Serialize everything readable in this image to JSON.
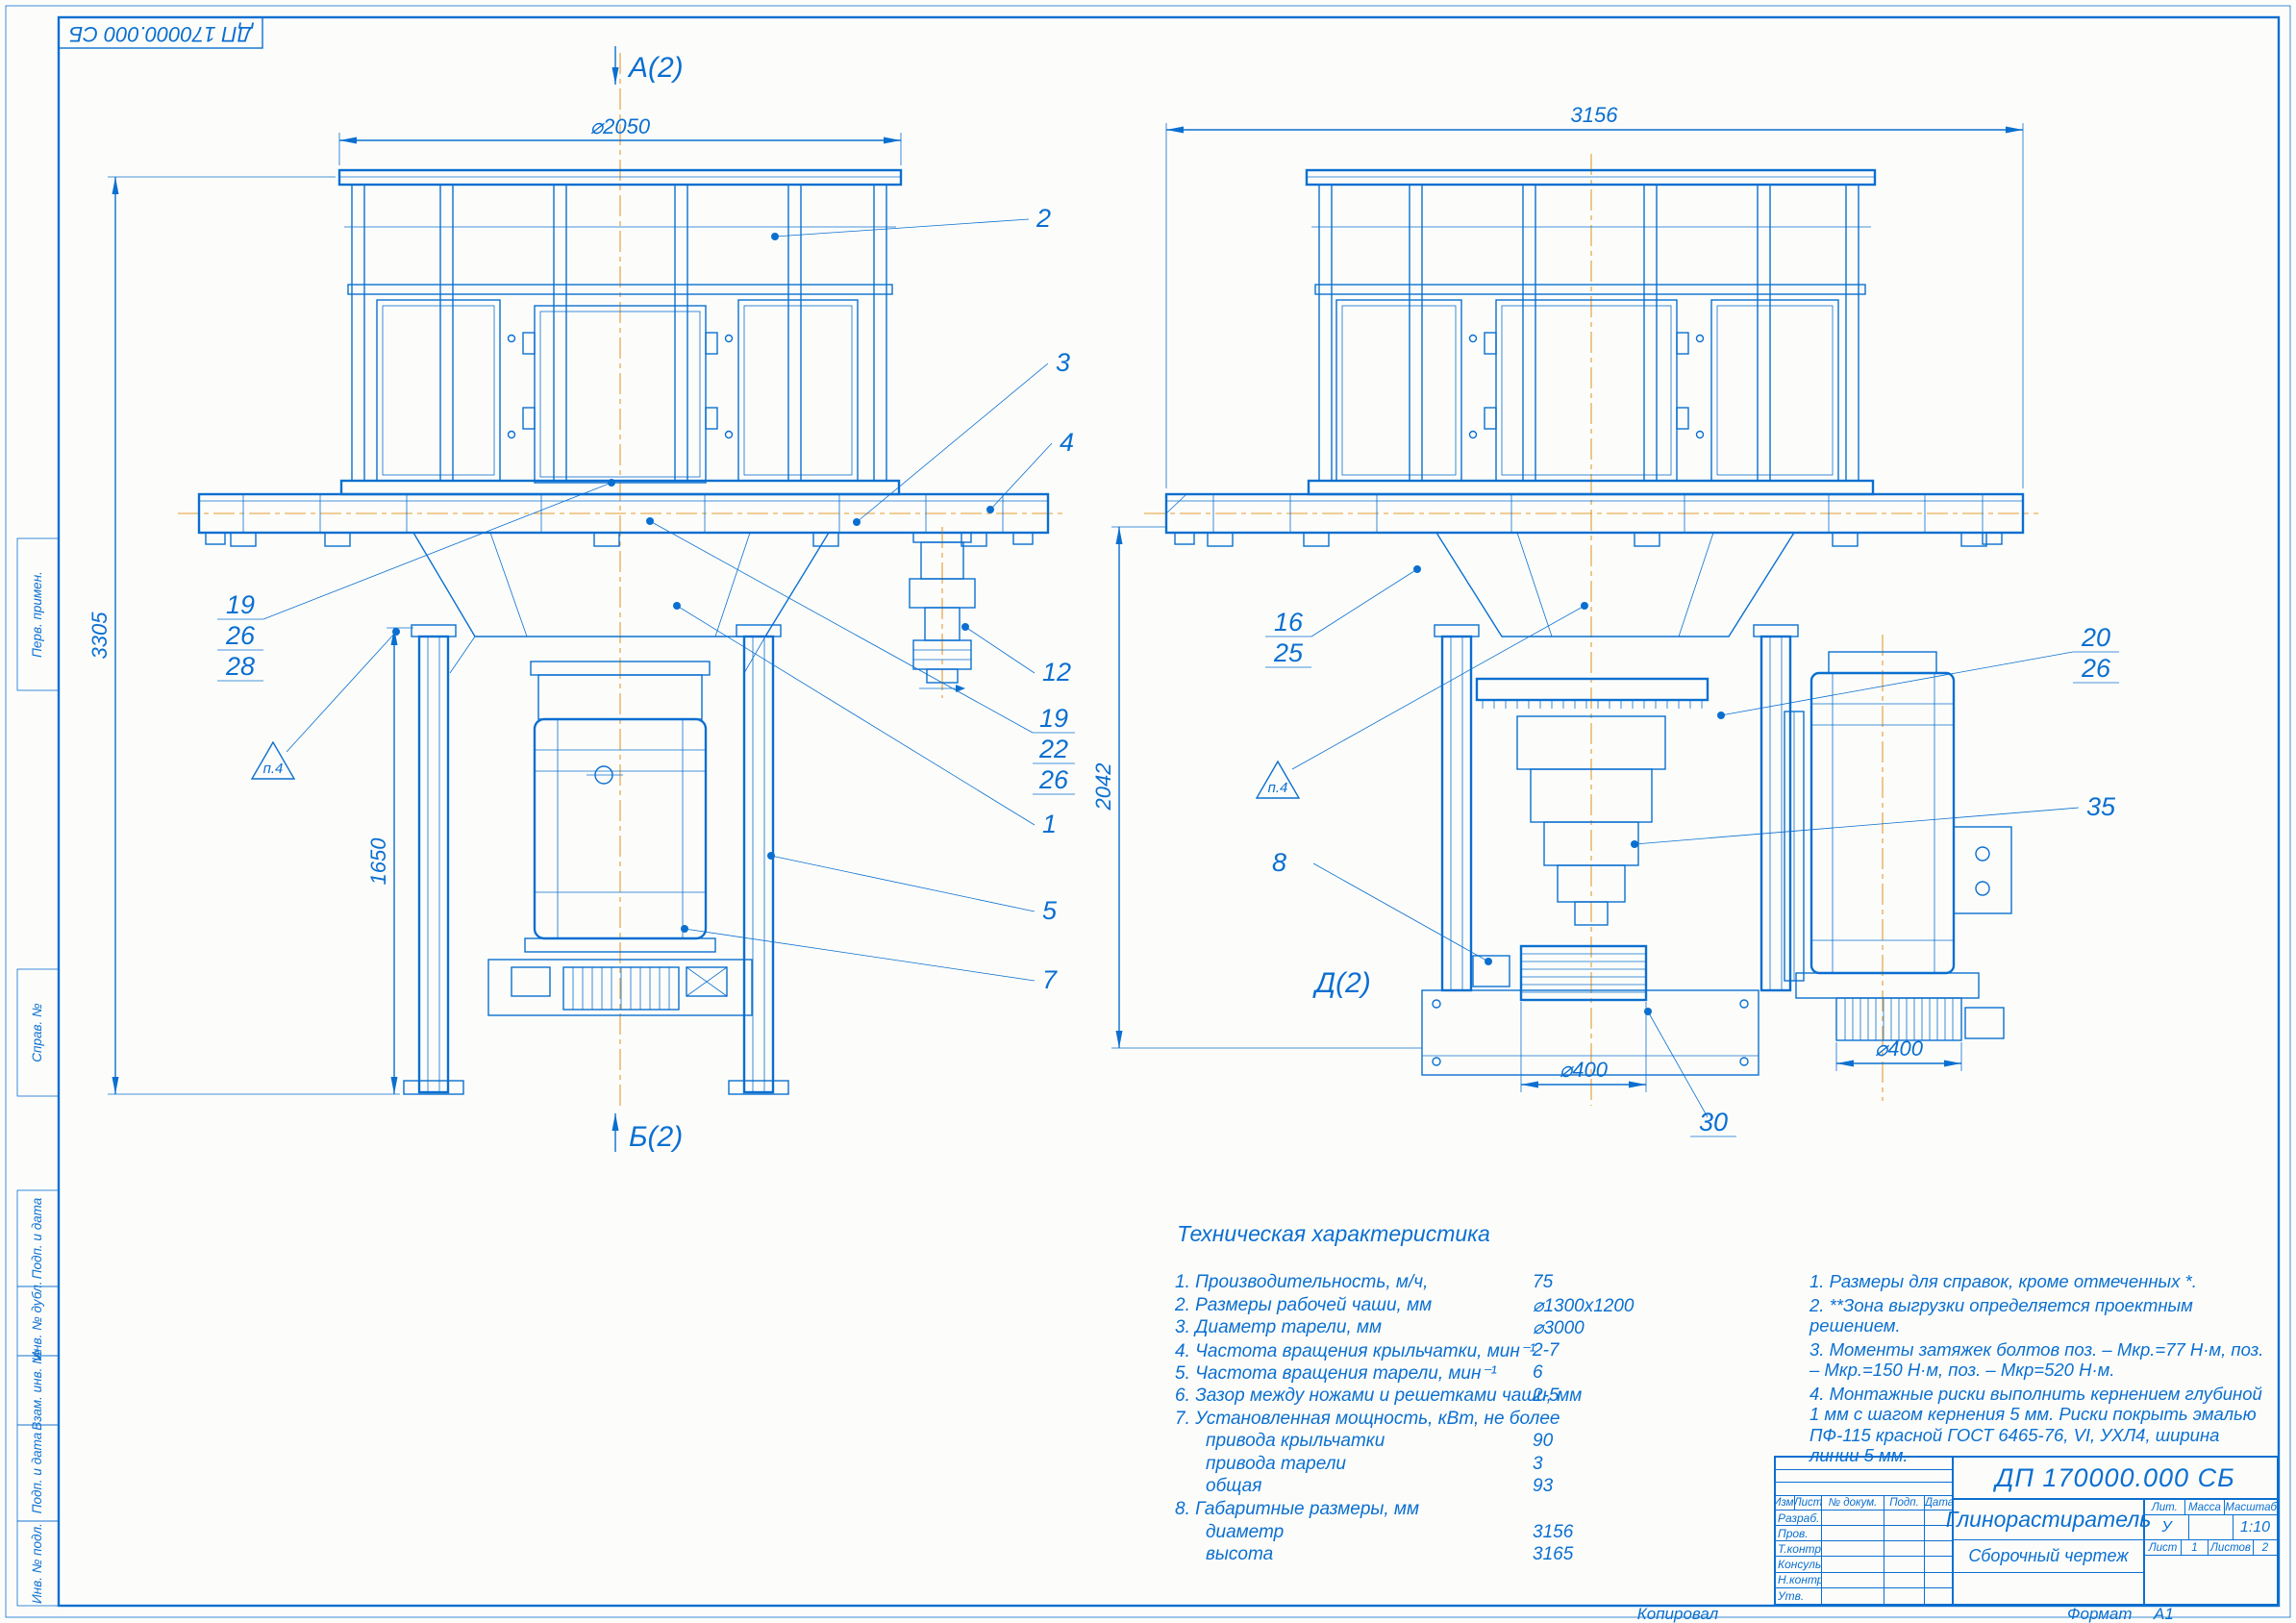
{
  "colors": {
    "line": "#0b6fd0",
    "centerline": "#e39a31"
  },
  "frame": {
    "corner_stamp": "ДП 170000.000 СБ",
    "margin_labels": [
      "Перв. примен.",
      "Справ. №",
      "Подп. и дата",
      "Инв. № дубл.",
      "Взам. инв. №",
      "Подп. и дата",
      "Инв. № подл."
    ],
    "footer_copied": "Копировал",
    "footer_format_label": "Формат",
    "footer_format_value": "А1"
  },
  "views": {
    "front": {
      "label_top": "А(2)",
      "label_bottom": "Б(2)",
      "dim_width": "⌀2050",
      "dim_height": "3305",
      "dim_legs": "1650",
      "flag": "п.4",
      "stack_left": [
        "19",
        "26",
        "28"
      ],
      "stack_right": [
        "19",
        "22",
        "26"
      ],
      "callouts": {
        "c1": "1",
        "c2": "2",
        "c3": "3",
        "c4": "4",
        "c5": "5",
        "c7": "7",
        "c12": "12"
      }
    },
    "side": {
      "label_section": "Д(2)",
      "dim_width": "3156",
      "dim_height": "2042",
      "dim_d_center": "⌀400",
      "dim_d_right": "⌀400",
      "flag": "п.4",
      "stack_a": [
        "16",
        "25"
      ],
      "stack_b": [
        "20",
        "26"
      ],
      "callouts": {
        "c35": "35",
        "c8": "8",
        "c30": "30"
      }
    }
  },
  "tech": {
    "title": "Техническая характеристика",
    "rows": [
      {
        "label": "1. Производительность, м/ч,",
        "value": "75"
      },
      {
        "label": "2. Размеры рабочей чаши, мм",
        "value": "⌀1300х1200"
      },
      {
        "label": "3. Диаметр тарели, мм",
        "value": "⌀3000"
      },
      {
        "label": "4. Частота вращения крыльчатки, мин⁻¹",
        "value": "2-7"
      },
      {
        "label": "5. Частота вращения тарели, мин⁻¹",
        "value": "6"
      },
      {
        "label": "6. Зазор между ножами и решетками чаши, мм",
        "value": "2-5"
      },
      {
        "label": "7. Установленная мощность, кВт, не более",
        "value": ""
      },
      {
        "label": "привода крыльчатки",
        "value": "90"
      },
      {
        "label": "привода тарели",
        "value": "3"
      },
      {
        "label": "общая",
        "value": "93"
      },
      {
        "label": "8. Габаритные размеры, мм",
        "value": ""
      },
      {
        "label": "диаметр",
        "value": "3156"
      },
      {
        "label": "высота",
        "value": "3165"
      }
    ]
  },
  "notes": {
    "items": [
      "1. Размеры для справок, кроме отмеченных *.",
      "2. **Зона выгрузки определяется проектным решением.",
      "3. Моменты затяжек болтов поз.   – Мкр.=77 Н·м, поз.   – Мкр.=150 Н·м, поз.   – Мкр=520 Н·м.",
      "4. Монтажные риски выполнить кернением глубиной 1 мм с шагом кернения 5 мм. Риски покрыть эмалью ПФ-115 красной ГОСТ 6465-76, VI, УХЛ4, ширина линии 5 мм."
    ]
  },
  "title_block": {
    "doc_number": "ДП 170000.000 СБ",
    "product_name": "Глинорастиратель",
    "doc_type": "Сборочный чертеж",
    "header_cols": [
      "Изм.",
      "Лист",
      "№ докум.",
      "Подп.",
      "Дата"
    ],
    "signature_rows": [
      "Разраб.",
      "Пров.",
      "Т.контр.",
      "Консульт.",
      "Н.контр.",
      "Утв."
    ],
    "lit_label": "Лит.",
    "lit_value": "У",
    "mass_label": "Масса",
    "scale_label": "Масштаб",
    "scale_value": "1:10",
    "sheet_label": "Лист",
    "sheet_value": "1",
    "sheets_label": "Листов",
    "sheets_value": "2"
  }
}
